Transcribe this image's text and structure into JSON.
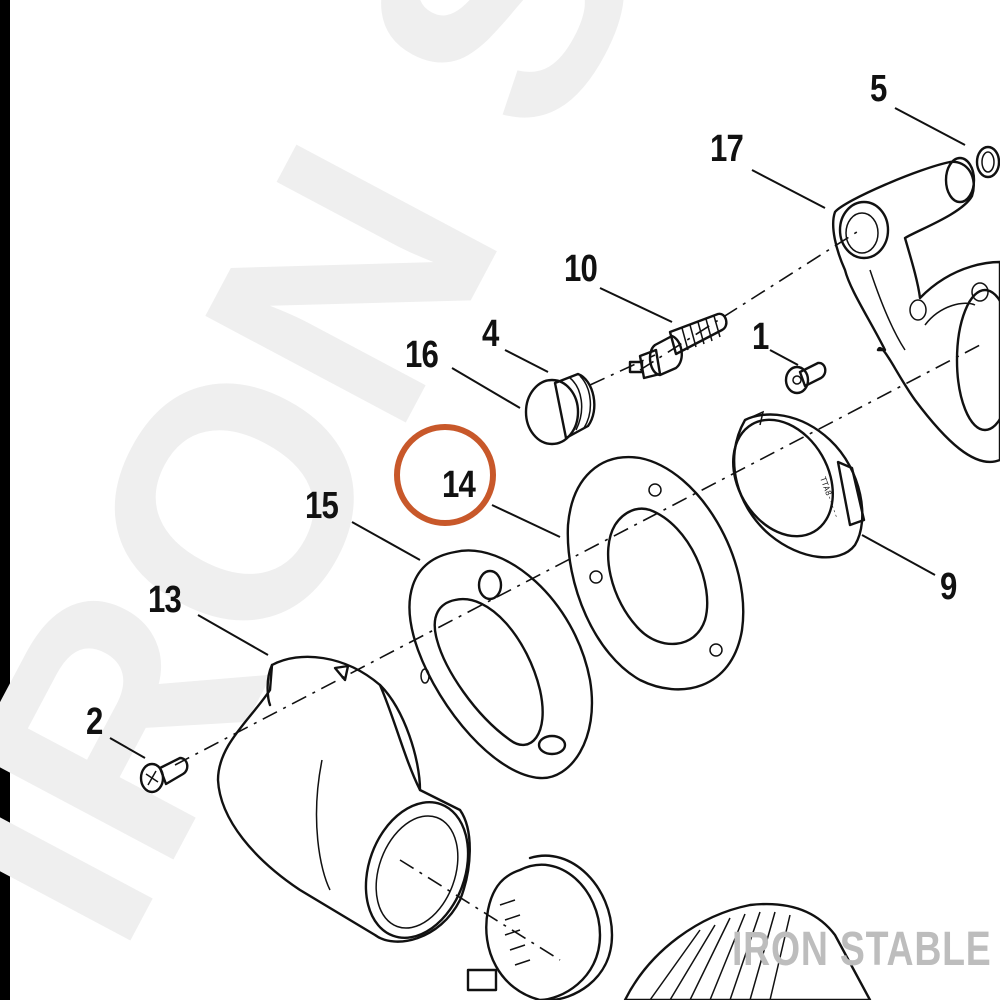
{
  "watermark": {
    "text": "IRON STABLE",
    "color": "#efefef"
  },
  "brand_label": {
    "text": "IRON STABLE",
    "color": "#bdbdbd"
  },
  "highlight": {
    "part": "14",
    "color": "#c8582a"
  },
  "callouts": [
    {
      "id": "c5",
      "label": "5"
    },
    {
      "id": "c17",
      "label": "17"
    },
    {
      "id": "c10",
      "label": "10"
    },
    {
      "id": "c4",
      "label": "4"
    },
    {
      "id": "c16",
      "label": "16"
    },
    {
      "id": "c1",
      "label": "1"
    },
    {
      "id": "c14",
      "label": "14"
    },
    {
      "id": "c15",
      "label": "15"
    },
    {
      "id": "c9",
      "label": "9"
    },
    {
      "id": "c13",
      "label": "13"
    },
    {
      "id": "c2",
      "label": "2"
    }
  ]
}
